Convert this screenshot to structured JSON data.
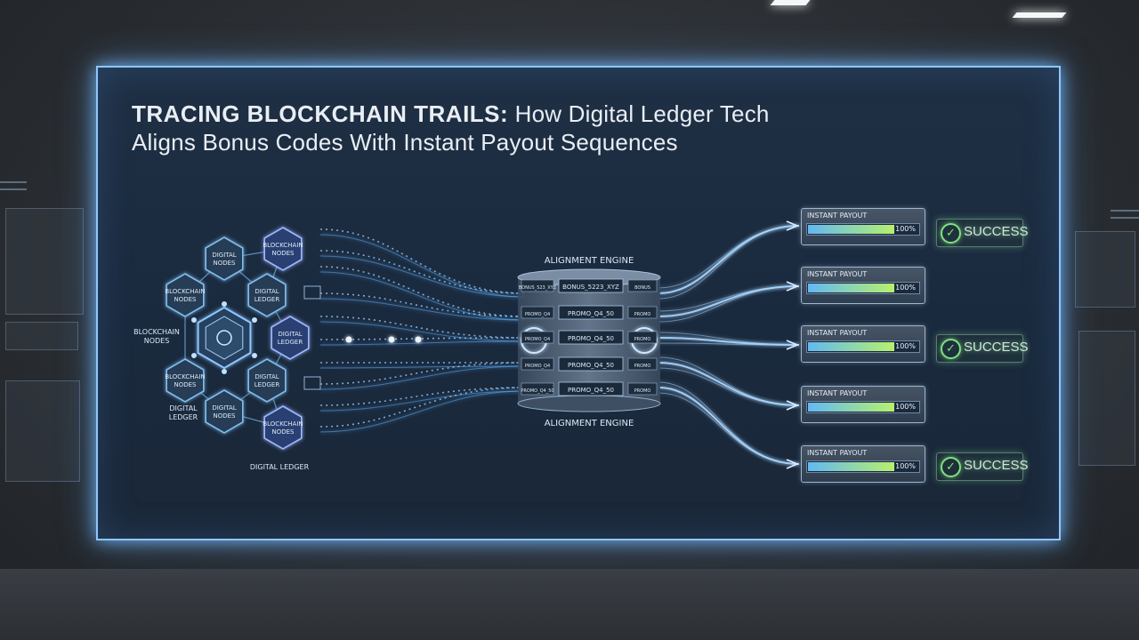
{
  "title": {
    "bold": "TRACING BLOCKCHAIN TRAILS:",
    "rest": " How Digital Ledger Tech Aligns Bonus Codes With Instant Payout Sequences"
  },
  "nodes": {
    "hex_labels": [
      [
        "BLOCKCHAIN",
        "NODES"
      ],
      [
        "DIGITAL",
        "NODES"
      ],
      [
        "BLOCKCHAIN",
        "NODES"
      ],
      [
        "DIGITAL",
        "LEDGER"
      ],
      [
        "DIGITAL",
        "LEDGER"
      ],
      [
        "BLOCKCHAIN",
        "NODES"
      ],
      [
        "DIGITAL",
        "LEDGER"
      ],
      [
        "DIGITAL",
        "NODES"
      ],
      [
        "BLOCKCHAIN",
        "NODES"
      ]
    ],
    "side_labels": [
      [
        "BLOCKCHAIN",
        "NODES"
      ],
      [
        "DIGITAL",
        "LEDGER"
      ],
      [
        "DIGITAL LEDGER"
      ]
    ]
  },
  "engine": {
    "top_label": "ALIGNMENT ENGINE",
    "bottom_label": "ALIGNMENT ENGINE",
    "codes": [
      "BONUS_5223_XYZ",
      "PROMO_Q4_50",
      "PROMO_Q4_50",
      "PROMO_Q4_50",
      "PROMO_Q4_50"
    ],
    "left_codes": [
      "BONUS_523_XYZ",
      "PROMO_Q4",
      "PROMO_Q4",
      "PROMO_Q4",
      "PROMO_Q4_50"
    ],
    "right_codes": [
      "BONUS",
      "PROMO",
      "PROMO",
      "PROMO",
      "PROMO"
    ]
  },
  "payouts": [
    {
      "label": "INSTANT PAYOUT",
      "progress": 100,
      "pct": "100%"
    },
    {
      "label": "INSTANT PAYOUT",
      "progress": 100,
      "pct": "100%"
    },
    {
      "label": "INSTANT PAYOUT",
      "progress": 100,
      "pct": "100%"
    },
    {
      "label": "INSTANT PAYOUT",
      "progress": 100,
      "pct": "100%"
    },
    {
      "label": "INSTANT PAYOUT",
      "progress": 100,
      "pct": "100%"
    }
  ],
  "success": {
    "label": "SUCCESS"
  },
  "colors": {
    "glow": "#8fc6ff",
    "accent": "#5fb3ff",
    "success": "#7ee27f"
  }
}
